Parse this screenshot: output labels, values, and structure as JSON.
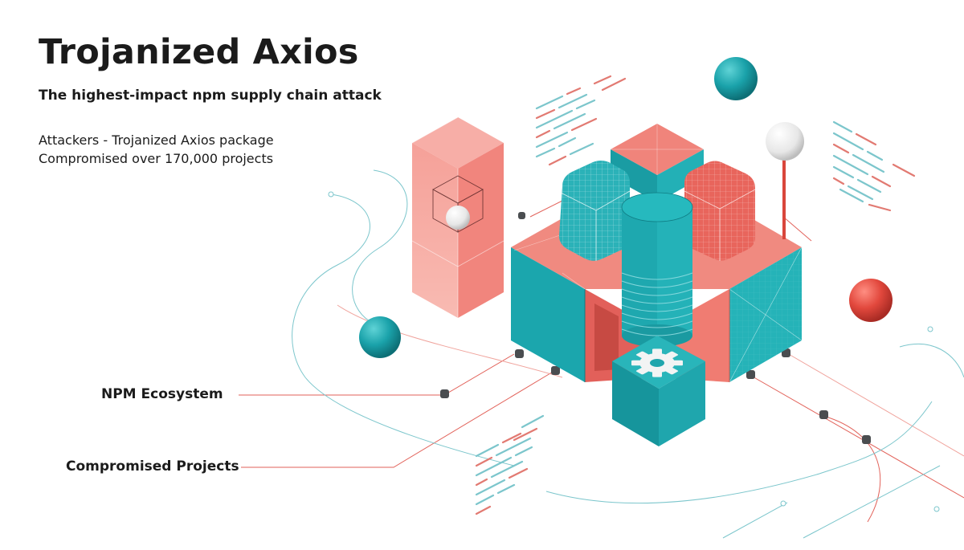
{
  "header": {
    "title": "Trojanized Axios",
    "subtitle": "The highest-impact npm supply chain attack"
  },
  "description": {
    "lines": [
      "Attackers - Trojanized Axios package",
      "Compromised over 170,000 projects"
    ]
  },
  "labels": {
    "npm_ecosystem": "NPM Ecosystem",
    "compromised_projects": "Compromised Projects"
  },
  "icons": {
    "gear": "gear-icon",
    "spheres": "sphere-icon",
    "cylinder": "database-cylinder-icon"
  },
  "colors": {
    "teal": "#1fa6ad",
    "teal_dark": "#157f86",
    "coral": "#ec6e66",
    "coral_light": "#f4a29b",
    "red": "#d9463c",
    "text": "#1b1b1b",
    "node": "#4a4d50"
  }
}
